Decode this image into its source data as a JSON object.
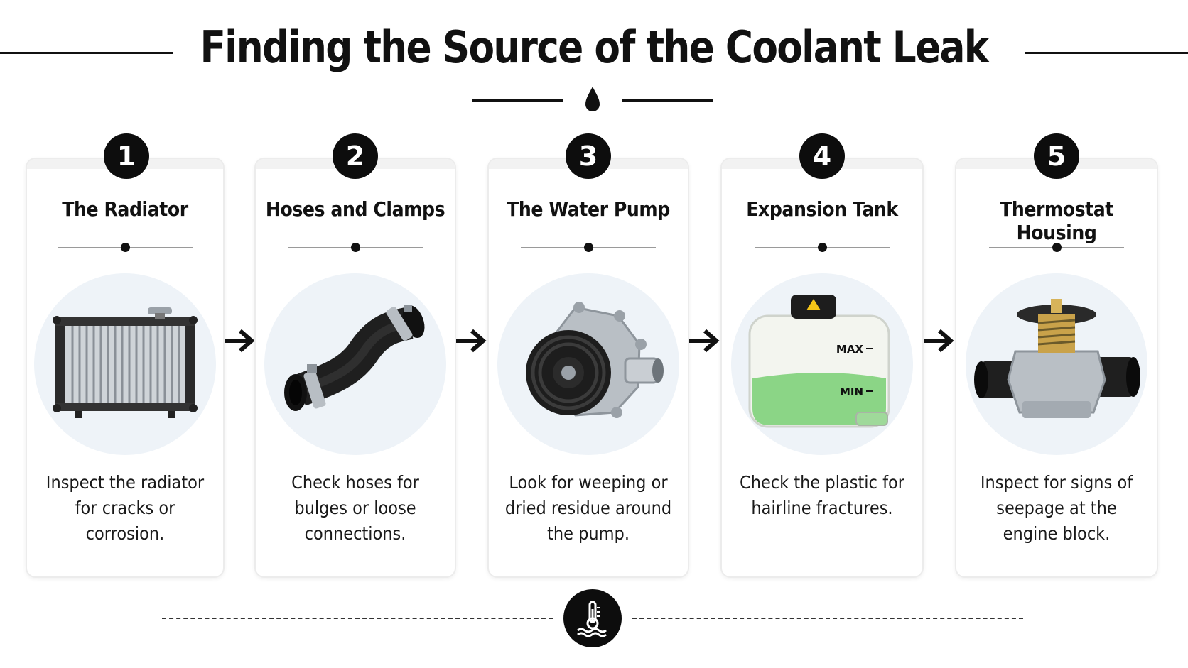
{
  "title": "Finding the Source of the Coolant Leak",
  "icons": {
    "header": "water-drop-icon",
    "footer": "coolant-temperature-icon",
    "connector": "arrow-right-icon"
  },
  "colors": {
    "ink": "#111111",
    "card_border": "#ececec",
    "illustration_bg": "#eef3f8",
    "coolant": "#7fd17a"
  },
  "steps": [
    {
      "number": "1",
      "title": "The Radiator",
      "description": "Inspect the radiator for cracks or corrosion.",
      "illustration": "radiator-illustration"
    },
    {
      "number": "2",
      "title": "Hoses and Clamps",
      "description": "Check hoses for bulges or loose connections.",
      "illustration": "hose-clamp-illustration"
    },
    {
      "number": "3",
      "title": "The Water Pump",
      "description": "Look for weeping or dried residue around the pump.",
      "illustration": "water-pump-illustration"
    },
    {
      "number": "4",
      "title": "Expansion Tank",
      "description": "Check the plastic for hairline fractures.",
      "illustration": "expansion-tank-illustration",
      "labels": {
        "max": "MAX",
        "min": "MIN"
      }
    },
    {
      "number": "5",
      "title": "Thermostat Housing",
      "description": "Inspect for signs of seepage at the engine block.",
      "illustration": "thermostat-housing-illustration"
    }
  ]
}
